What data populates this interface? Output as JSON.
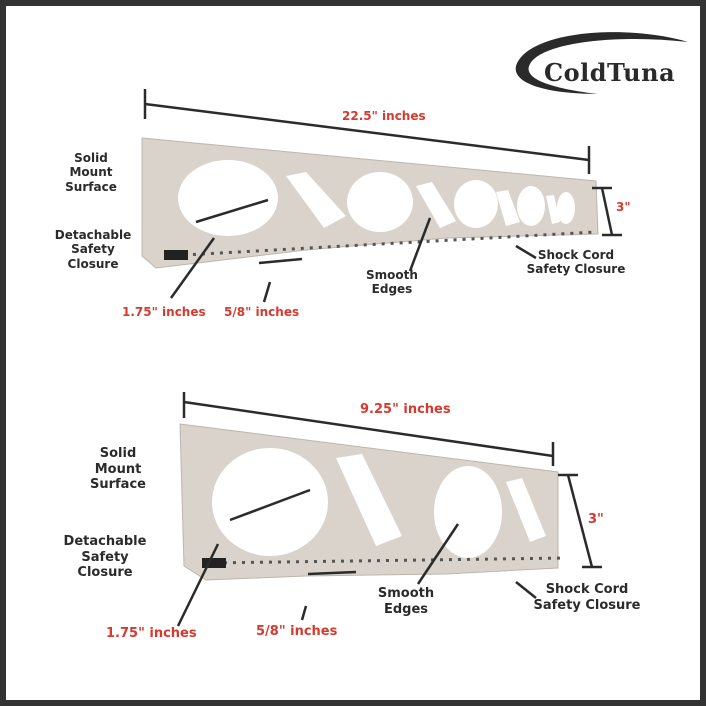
{
  "brand": {
    "name": "ColdTuna"
  },
  "top_rack": {
    "width_label": "22.5\" inches",
    "height_label": "3\"",
    "callouts": {
      "mount": "Solid Mount Surface",
      "mount_lines": [
        "Solid",
        "Mount",
        "Surface"
      ],
      "closure": "Detachable Safety Closure",
      "closure_lines": [
        "Detachable",
        "Safety",
        "Closure"
      ],
      "hole": "1.75\" inches",
      "slot": "5/8\" inches",
      "edges_lines": [
        "Smooth",
        "Edges"
      ],
      "shock_lines": [
        "Shock Cord",
        "Safety Closure"
      ]
    }
  },
  "bottom_rack": {
    "width_label": "9.25\" inches",
    "height_label": "3\"",
    "callouts": {
      "mount_lines": [
        "Solid",
        "Mount",
        "Surface"
      ],
      "closure_lines": [
        "Detachable",
        "Safety",
        "Closure"
      ],
      "hole": "1.75\" inches",
      "slot": "5/8\" inches",
      "edges_lines": [
        "Smooth",
        "Edges"
      ],
      "shock_lines": [
        "Shock Cord",
        "Safety Closure"
      ]
    }
  },
  "colors": {
    "border": "#333333",
    "accent_red": "#d63a2f",
    "text": "#2b2b2b",
    "rack": "#d9d3cb"
  }
}
